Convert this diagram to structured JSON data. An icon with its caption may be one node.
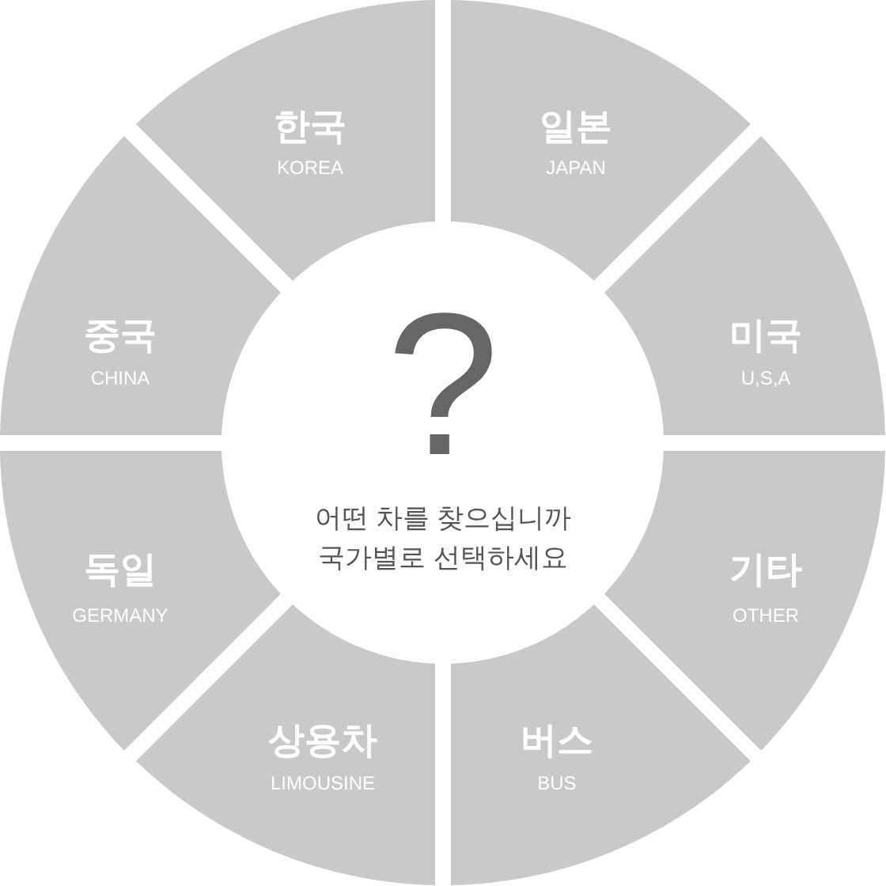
{
  "diagram": {
    "nodes": [
      {
        "text": [
          "한국",
          "KOREA"
        ]
      },
      {
        "text": [
          "일본",
          "JAPAN"
        ]
      },
      {
        "text": [
          "중국",
          "CHINA"
        ]
      },
      {
        "text": [
          "미국",
          "U,S,A"
        ]
      },
      {
        "text": [
          "?",
          "어떤 차를 찾으십니까 국가별로 선택하세요"
        ]
      },
      {
        "text": [
          "독일",
          "GERMANY"
        ]
      },
      {
        "text": [
          "기타",
          "OTHER"
        ]
      },
      {
        "text": [
          "상용차",
          "LIMOUSINE"
        ]
      },
      {
        "text": [
          "버스",
          "BUS"
        ]
      }
    ]
  }
}
